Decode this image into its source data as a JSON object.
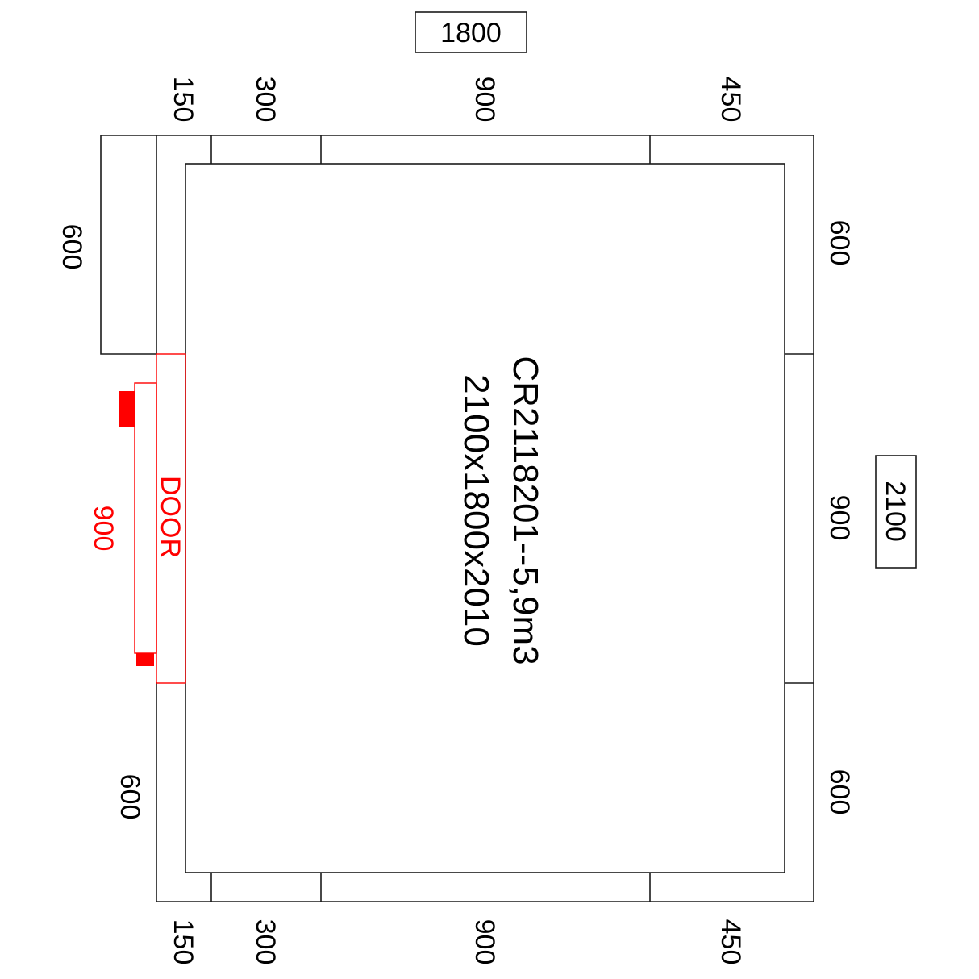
{
  "overall": {
    "width_label": "1800",
    "depth_label": "2100"
  },
  "title": {
    "line1": "CR2118201--5,9m3",
    "line2": "2100x1800x2010"
  },
  "top_panels": [
    "150",
    "300",
    "900",
    "450"
  ],
  "bottom_panels": [
    "150",
    "300",
    "900",
    "450"
  ],
  "right_panels": [
    "600",
    "900",
    "600"
  ],
  "left_panels": {
    "upper": "600",
    "door_width": "900",
    "lower": "600"
  },
  "door": {
    "label": "DOOR",
    "color": "#ff0000"
  },
  "colors": {
    "lines": "#1a1a1a",
    "door": "#ff0000",
    "background": "#ffffff"
  }
}
